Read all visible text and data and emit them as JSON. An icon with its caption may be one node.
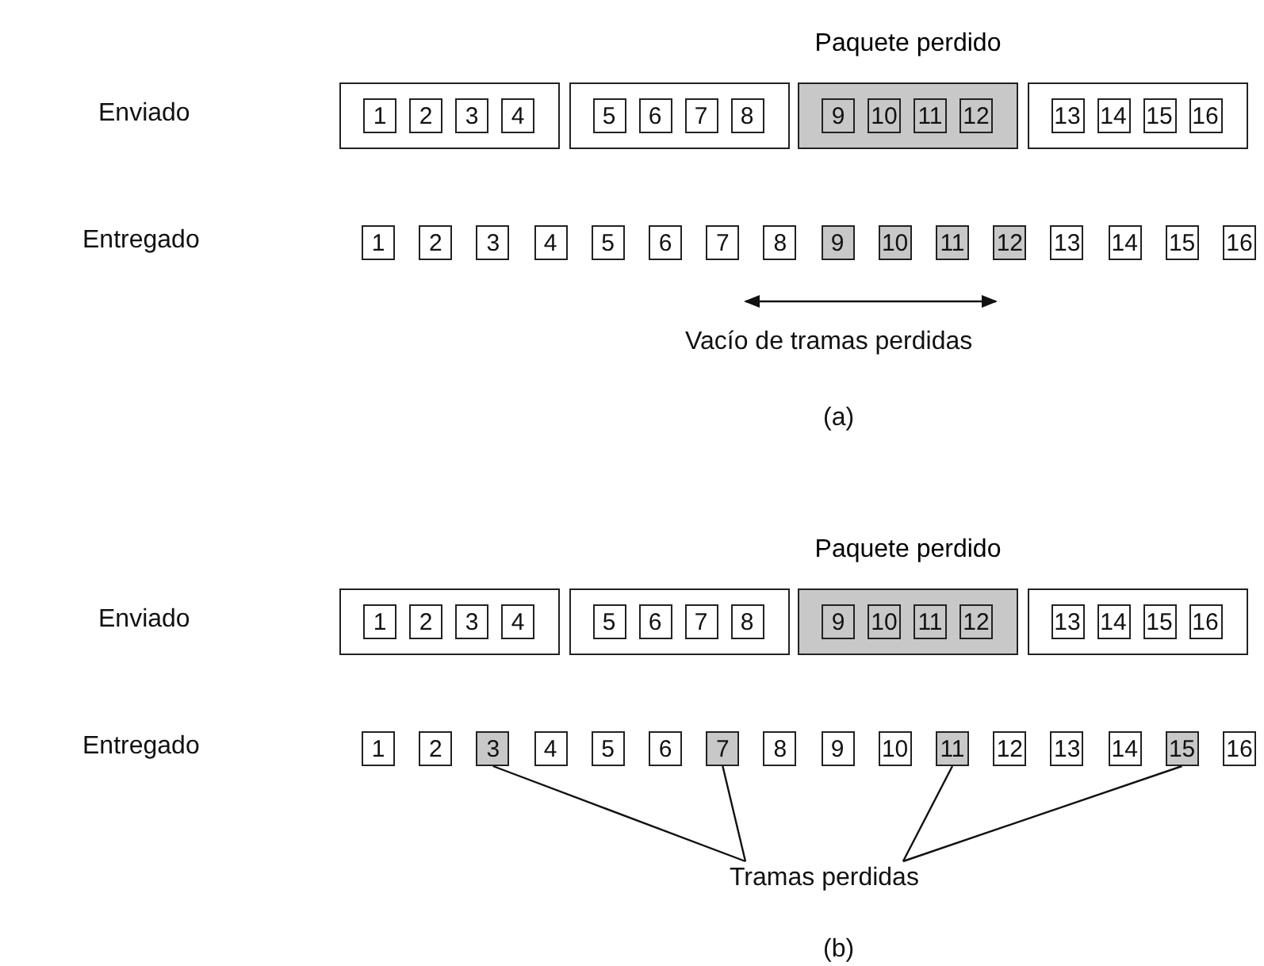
{
  "diagram": {
    "nodes": [
      {
        "text": [],
        "shape": "box"
      },
      {
        "text": [
          "1"
        ],
        "in": 0
      },
      {
        "text": [
          "2"
        ],
        "in": 0
      },
      {
        "text": [
          "3"
        ],
        "in": 0
      },
      {
        "text": [
          "4"
        ],
        "in": 0
      },
      {
        "text": [],
        "shape": "box"
      },
      {
        "text": [
          "5"
        ],
        "in": 5
      },
      {
        "text": [
          "6"
        ],
        "in": 5
      },
      {
        "text": [
          "7"
        ],
        "in": 5
      },
      {
        "text": [
          "8"
        ],
        "in": 5
      },
      {
        "text": [
          "Paquete perdido"
        ]
      },
      {
        "text": [
          "9"
        ],
        "in": 10
      },
      {
        "text": [
          "10"
        ],
        "in": 10
      },
      {
        "text": [
          "11"
        ],
        "in": 10
      },
      {
        "text": [
          "12"
        ],
        "in": 10
      },
      {
        "text": [],
        "shape": "box"
      },
      {
        "text": [
          "13"
        ],
        "in": 15
      },
      {
        "text": [
          "14"
        ],
        "in": 15
      },
      {
        "text": [
          "15"
        ],
        "in": 15
      },
      {
        "text": [
          "16"
        ],
        "in": 15
      },
      {
        "text": [
          "1"
        ]
      },
      {
        "text": [
          "2"
        ]
      },
      {
        "text": [
          "3"
        ]
      },
      {
        "text": [
          "4"
        ]
      },
      {
        "text": [
          "5"
        ]
      },
      {
        "text": [
          "6"
        ]
      },
      {
        "text": [
          "7"
        ]
      },
      {
        "text": [
          "8"
        ]
      },
      {
        "text": [
          "9"
        ]
      },
      {
        "text": [
          "10"
        ]
      },
      {
        "text": [
          "11"
        ]
      },
      {
        "text": [
          "12"
        ]
      },
      {
        "text": [
          "13"
        ]
      },
      {
        "text": [
          "14"
        ]
      },
      {
        "text": [
          "15"
        ]
      },
      {
        "text": [
          "16"
        ]
      },
      {
        "text": [],
        "shape": "box"
      },
      {
        "text": [
          "1"
        ],
        "in": 36
      },
      {
        "text": [
          "2"
        ],
        "in": 36
      },
      {
        "text": [
          "3"
        ],
        "in": 36
      },
      {
        "text": [
          "4"
        ],
        "in": 36
      },
      {
        "text": [],
        "shape": "box"
      },
      {
        "text": [
          "5"
        ],
        "in": 41
      },
      {
        "text": [
          "6"
        ],
        "in": 41
      },
      {
        "text": [
          "7"
        ],
        "in": 41
      },
      {
        "text": [
          "8"
        ],
        "in": 41
      },
      {
        "text": [
          "Paquete perdido"
        ]
      },
      {
        "text": [
          "9"
        ],
        "in": 46
      },
      {
        "text": [
          "10"
        ],
        "in": 46
      },
      {
        "text": [
          "11"
        ],
        "in": 46
      },
      {
        "text": [
          "12"
        ],
        "in": 46
      },
      {
        "text": [],
        "shape": "box"
      },
      {
        "text": [
          "13"
        ],
        "in": 51
      },
      {
        "text": [
          "14"
        ],
        "in": 51
      },
      {
        "text": [
          "15"
        ],
        "in": 51
      },
      {
        "text": [
          "16"
        ],
        "in": 51
      },
      {
        "text": [
          "1"
        ]
      },
      {
        "text": [
          "2"
        ]
      },
      {
        "text": [
          "3"
        ]
      },
      {
        "text": [
          "4"
        ]
      },
      {
        "text": [
          "5"
        ]
      },
      {
        "text": [
          "6"
        ]
      },
      {
        "text": [
          "7"
        ]
      },
      {
        "text": [
          "8"
        ]
      },
      {
        "text": [
          "9"
        ]
      },
      {
        "text": [
          "10"
        ]
      },
      {
        "text": [
          "11"
        ]
      },
      {
        "text": [
          "12"
        ]
      },
      {
        "text": [
          "13"
        ]
      },
      {
        "text": [
          "14"
        ]
      },
      {
        "text": [
          "15"
        ]
      },
      {
        "text": [
          "16"
        ]
      },
      {
        "text": [
          "Tramas perdidas"
        ]
      }
    ],
    "edges": [
      {
        "from": 72,
        "to": 58,
        "arrow": "none"
      },
      {
        "from": 72,
        "to": 62,
        "arrow": "none"
      },
      {
        "from": 72,
        "to": 66,
        "arrow": "none"
      },
      {
        "from": 72,
        "to": 70,
        "arrow": "none"
      }
    ],
    "labels": [
      "Enviado",
      "Entregado",
      "Vacío de tramas perdidas",
      "(a)",
      "Enviado",
      "Entregado",
      "(b)"
    ]
  }
}
